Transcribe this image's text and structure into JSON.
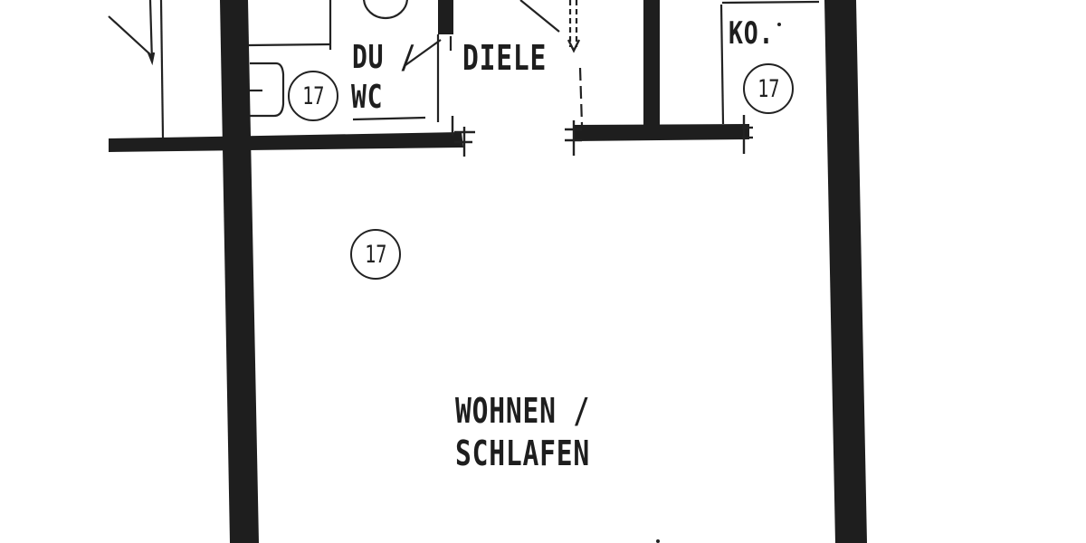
{
  "floorplan": {
    "colors": {
      "wall": "#1e1e1e",
      "line": "#222222",
      "background": "#ffffff"
    },
    "rooms": [
      {
        "id": "bath",
        "label_line1": "DU /",
        "label_line2": "WC",
        "badge": "17"
      },
      {
        "id": "hall",
        "label": "DIELE"
      },
      {
        "id": "kitchen",
        "label": "KO.",
        "badge": "17"
      },
      {
        "id": "living",
        "label_line1": "WOHNEN /",
        "label_line2": "SCHLAFEN",
        "badge": "17"
      }
    ]
  }
}
